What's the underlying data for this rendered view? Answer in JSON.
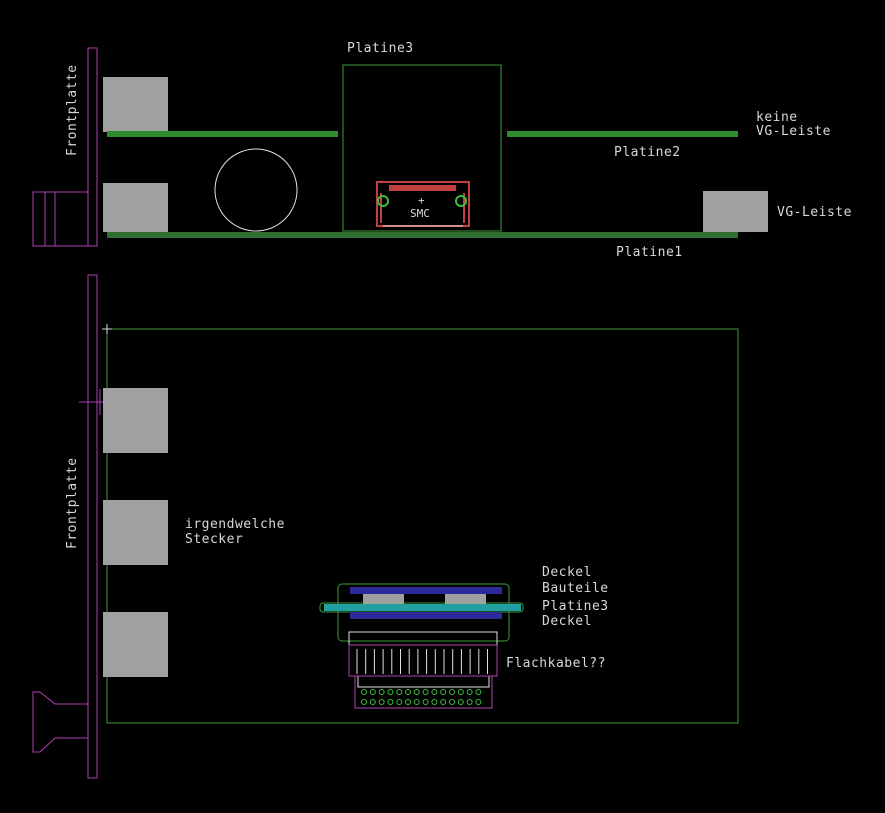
{
  "labels": {
    "platine3_top": "Platine3",
    "keine_line1": "keine",
    "keine_line2": "VG-Leiste",
    "platine2": "Platine2",
    "vg_leiste": "VG-Leiste",
    "platine1": "Platine1",
    "frontplatte_top": "Frontplatte",
    "frontplatte_bottom": "Frontplatte",
    "smc": "SMC",
    "smc_plus": "+",
    "irgend_line1": "irgendwelche",
    "irgend_line2": "Stecker",
    "deckel1": "Deckel",
    "bauteile": "Bauteile",
    "platine3_bottom": "Platine3",
    "deckel2": "Deckel",
    "flachkabel": "Flachkabel??"
  },
  "colors": {
    "background": "#000000",
    "outline_green": "#3c9a3c",
    "pcb_green": "#2e8b2e",
    "connector_gray": "#a0a0a0",
    "frontplate_magenta": "#b040b0",
    "smc_red": "#c04040",
    "cover_blue": "#2a2a9a",
    "board_cyan": "#20a0a0",
    "label_text": "#d8d8d8"
  }
}
